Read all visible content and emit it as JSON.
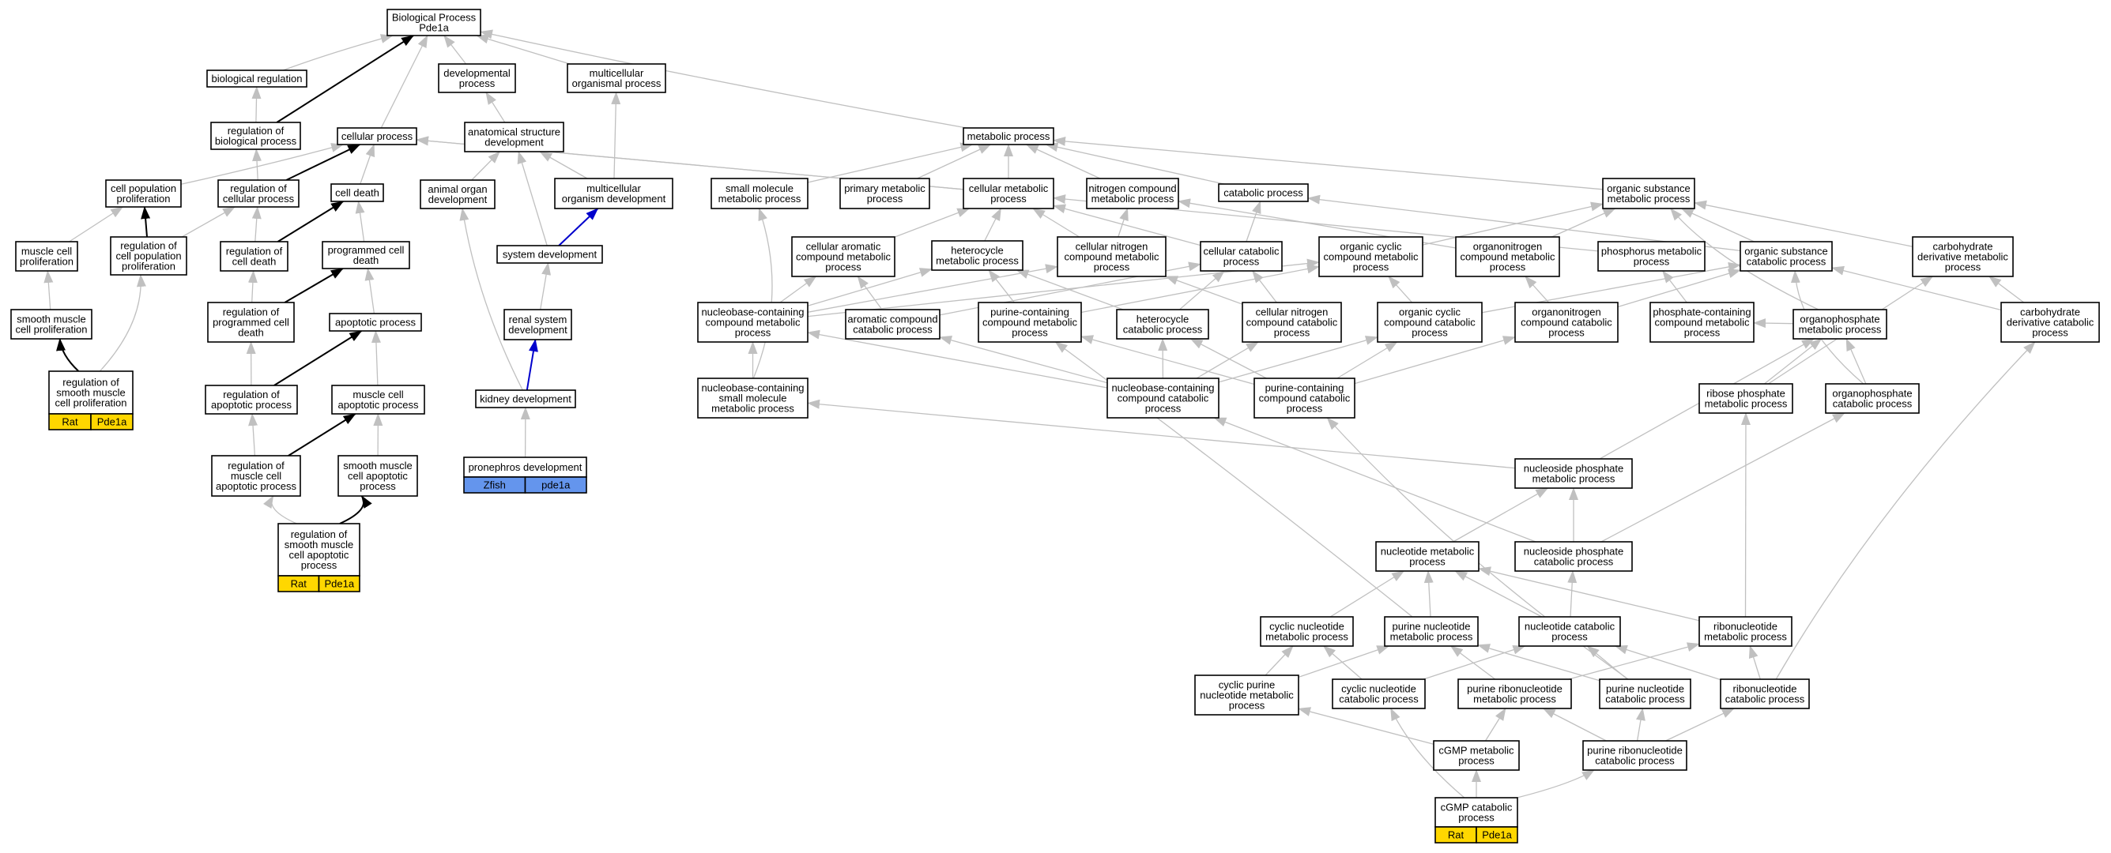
{
  "colors": {
    "edge_default": "#c0c0c0",
    "edge_highlight": "#000000",
    "edge_blue": "#0000cc",
    "tag_rat": "#ffd700",
    "tag_zfish": "#6495ed"
  },
  "nodes": {
    "bp": {
      "lines": [
        "Biological Process",
        "Pde1a"
      ]
    },
    "bioreg": {
      "lines": [
        "biological regulation"
      ]
    },
    "regbio": {
      "lines": [
        "regulation of",
        "biological process"
      ]
    },
    "devproc": {
      "lines": [
        "developmental",
        "process"
      ]
    },
    "multiproc": {
      "lines": [
        "multicellular",
        "organismal process"
      ]
    },
    "cellproc": {
      "lines": [
        "cellular process"
      ]
    },
    "anatdev": {
      "lines": [
        "anatomical structure",
        "development"
      ]
    },
    "cellpop": {
      "lines": [
        "cell population",
        "proliferation"
      ]
    },
    "regcellproc": {
      "lines": [
        "regulation of",
        "cellular process"
      ]
    },
    "celldeath": {
      "lines": [
        "cell death"
      ]
    },
    "animalorgan": {
      "lines": [
        "animal organ",
        "development"
      ]
    },
    "multidev": {
      "lines": [
        "multicellular",
        "organism development"
      ]
    },
    "musclecellprol": {
      "lines": [
        "muscle cell",
        "proliferation"
      ]
    },
    "regcellpopprol": {
      "lines": [
        "regulation of",
        "cell population",
        "proliferation"
      ]
    },
    "regcelldeath": {
      "lines": [
        "regulation of",
        "cell death"
      ]
    },
    "pcd": {
      "lines": [
        "programmed cell",
        "death"
      ]
    },
    "sysdev": {
      "lines": [
        "system development"
      ]
    },
    "smcprol": {
      "lines": [
        "smooth muscle",
        "cell proliferation"
      ]
    },
    "regpcd": {
      "lines": [
        "regulation of",
        "programmed cell",
        "death"
      ]
    },
    "apoptotic": {
      "lines": [
        "apoptotic process"
      ]
    },
    "renaldev": {
      "lines": [
        "renal system",
        "development"
      ]
    },
    "regsmcprol": {
      "lines": [
        "regulation of",
        "smooth muscle",
        "cell proliferation"
      ]
    },
    "regapop": {
      "lines": [
        "regulation of",
        "apoptotic process"
      ]
    },
    "mcapop": {
      "lines": [
        "muscle cell",
        "apoptotic process"
      ]
    },
    "kidneydev": {
      "lines": [
        "kidney development"
      ]
    },
    "regmcapop": {
      "lines": [
        "regulation of",
        "muscle cell",
        "apoptotic process"
      ]
    },
    "smcapop": {
      "lines": [
        "smooth muscle",
        "cell apoptotic",
        "process"
      ]
    },
    "proneph": {
      "lines": [
        "pronephros development"
      ]
    },
    "regsmcapop": {
      "lines": [
        "regulation of",
        "smooth muscle",
        "cell apoptotic",
        "process"
      ]
    },
    "metab": {
      "lines": [
        "metabolic process"
      ]
    },
    "smallmol": {
      "lines": [
        "small molecule",
        "metabolic process"
      ]
    },
    "primary": {
      "lines": [
        "primary metabolic",
        "process"
      ]
    },
    "cellmetab": {
      "lines": [
        "cellular metabolic",
        "process"
      ]
    },
    "nitrogen": {
      "lines": [
        "nitrogen compound",
        "metabolic process"
      ]
    },
    "catab": {
      "lines": [
        "catabolic process"
      ]
    },
    "orgsub": {
      "lines": [
        "organic substance",
        "metabolic process"
      ]
    },
    "cellarom": {
      "lines": [
        "cellular aromatic",
        "compound metabolic",
        "process"
      ]
    },
    "heteromet": {
      "lines": [
        "heterocycle",
        "metabolic process"
      ]
    },
    "cellnitro": {
      "lines": [
        "cellular nitrogen",
        "compound metabolic",
        "process"
      ]
    },
    "cellcatab": {
      "lines": [
        "cellular catabolic",
        "process"
      ]
    },
    "orgcyc": {
      "lines": [
        "organic cyclic",
        "compound metabolic",
        "process"
      ]
    },
    "organonitro": {
      "lines": [
        "organonitrogen",
        "compound metabolic",
        "process"
      ]
    },
    "phosmet": {
      "lines": [
        "phosphorus metabolic",
        "process"
      ]
    },
    "orgsubcat": {
      "lines": [
        "organic substance",
        "catabolic process"
      ]
    },
    "carbderiv": {
      "lines": [
        "carbohydrate",
        "derivative metabolic",
        "process"
      ]
    },
    "nucbasemet": {
      "lines": [
        "nucleobase-containing",
        "compound metabolic",
        "process"
      ]
    },
    "aromcat": {
      "lines": [
        "aromatic compound",
        "catabolic process"
      ]
    },
    "purinecontmet": {
      "lines": [
        "purine-containing",
        "compound metabolic",
        "process"
      ]
    },
    "heterocat": {
      "lines": [
        "heterocycle",
        "catabolic process"
      ]
    },
    "cellnitrocat": {
      "lines": [
        "cellular nitrogen",
        "compound catabolic",
        "process"
      ]
    },
    "orgcyccat": {
      "lines": [
        "organic cyclic",
        "compound catabolic",
        "process"
      ]
    },
    "organonitrocat": {
      "lines": [
        "organonitrogen",
        "compound catabolic",
        "process"
      ]
    },
    "phoscontmet": {
      "lines": [
        "phosphate-containing",
        "compound metabolic",
        "process"
      ]
    },
    "organophosmet": {
      "lines": [
        "organophosphate",
        "metabolic process"
      ]
    },
    "carbderivcat": {
      "lines": [
        "carbohydrate",
        "derivative catabolic",
        "process"
      ]
    },
    "nucbasesmall": {
      "lines": [
        "nucleobase-containing",
        "small molecule",
        "metabolic process"
      ]
    },
    "nucbasecat": {
      "lines": [
        "nucleobase-containing",
        "compound catabolic",
        "process"
      ]
    },
    "purinecontcat": {
      "lines": [
        "purine-containing",
        "compound catabolic",
        "process"
      ]
    },
    "ribosephos": {
      "lines": [
        "ribose phosphate",
        "metabolic process"
      ]
    },
    "organophoscat": {
      "lines": [
        "organophosphate",
        "catabolic process"
      ]
    },
    "nucphosmet": {
      "lines": [
        "nucleoside phosphate",
        "metabolic process"
      ]
    },
    "nucmet": {
      "lines": [
        "nucleotide metabolic",
        "process"
      ]
    },
    "nucphoscat": {
      "lines": [
        "nucleoside phosphate",
        "catabolic process"
      ]
    },
    "cycnucmet": {
      "lines": [
        "cyclic nucleotide",
        "metabolic process"
      ]
    },
    "purnucmet": {
      "lines": [
        "purine nucleotide",
        "metabolic process"
      ]
    },
    "nuccat": {
      "lines": [
        "nucleotide catabolic",
        "process"
      ]
    },
    "ribonucmet": {
      "lines": [
        "ribonucleotide",
        "metabolic process"
      ]
    },
    "cycpurnuc": {
      "lines": [
        "cyclic purine",
        "nucleotide metabolic",
        "process"
      ]
    },
    "cycnuccat": {
      "lines": [
        "cyclic nucleotide",
        "catabolic process"
      ]
    },
    "purribomet": {
      "lines": [
        "purine ribonucleotide",
        "metabolic process"
      ]
    },
    "purnuccat": {
      "lines": [
        "purine nucleotide",
        "catabolic process"
      ]
    },
    "ribonuccat": {
      "lines": [
        "ribonucleotide",
        "catabolic process"
      ]
    },
    "cgmpmet": {
      "lines": [
        "cGMP metabolic",
        "process"
      ]
    },
    "purribocat": {
      "lines": [
        "purine ribonucleotide",
        "catabolic process"
      ]
    },
    "cgmpcat": {
      "lines": [
        "cGMP catabolic",
        "process"
      ]
    }
  },
  "annotations": {
    "regsmcprol": {
      "species": "Rat",
      "gene": "Pde1a"
    },
    "regsmcapop": {
      "species": "Rat",
      "gene": "Pde1a"
    },
    "proneph": {
      "species": "Zfish",
      "gene": "pde1a"
    },
    "cgmpcat": {
      "species": "Rat",
      "gene": "Pde1a"
    }
  }
}
